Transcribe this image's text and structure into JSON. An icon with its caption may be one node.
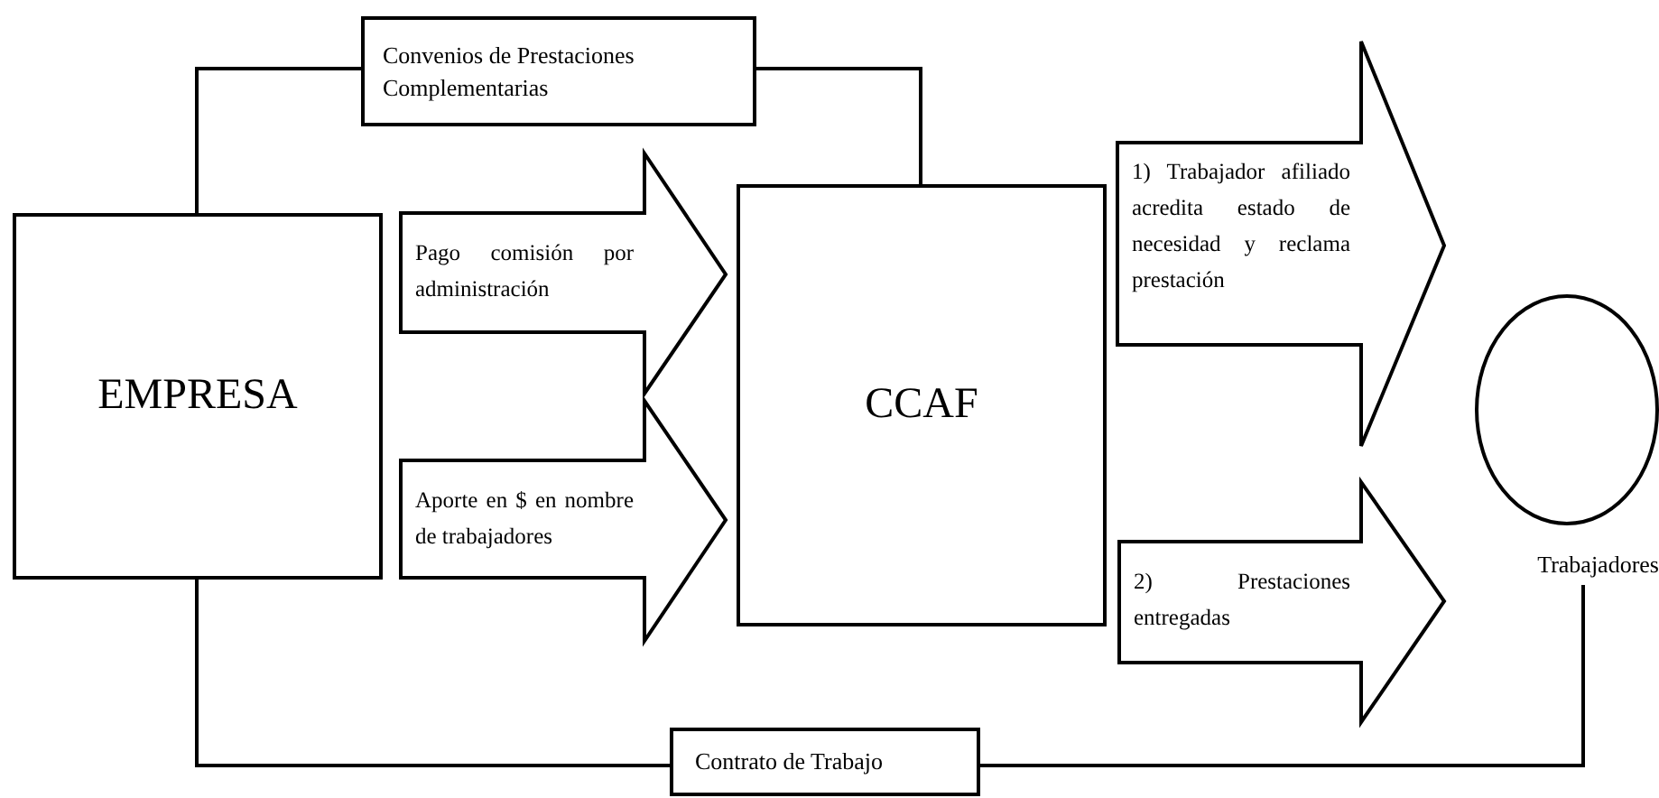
{
  "diagram": {
    "nodes": [
      {
        "text": [
          "Convenios de Prestaciones Complementarias"
        ]
      },
      {
        "text": [
          "EMPRESA"
        ]
      },
      {
        "text": [
          "CCAF"
        ]
      },
      {
        "text": [],
        "shape": "circle",
        "beside": [
          "Trabajadores"
        ]
      },
      {
        "text": [
          "Contrato de Trabajo"
        ]
      }
    ],
    "edges": [
      {
        "from": 1,
        "to": 0,
        "arrow": "none"
      },
      {
        "from": 0,
        "to": 2,
        "arrow": "none"
      },
      {
        "from": 1,
        "to": 2,
        "arrow": "to",
        "label": "Pago comisión por administración",
        "style": "thick"
      },
      {
        "from": 1,
        "to": 2,
        "arrow": "to",
        "label": "Aporte en $ en nombre de trabajadores",
        "style": "thick"
      },
      {
        "from": 2,
        "to": 3,
        "arrow": "to",
        "label": "1) Trabajador afiliado acredita estado de necesidad y reclama prestación",
        "style": "thick"
      },
      {
        "from": 2,
        "to": 3,
        "arrow": "to",
        "label": "2) Prestaciones entregadas",
        "style": "thick"
      },
      {
        "from": 1,
        "to": 4,
        "arrow": "none"
      },
      {
        "from": 4,
        "to": 3,
        "arrow": "none"
      }
    ]
  }
}
